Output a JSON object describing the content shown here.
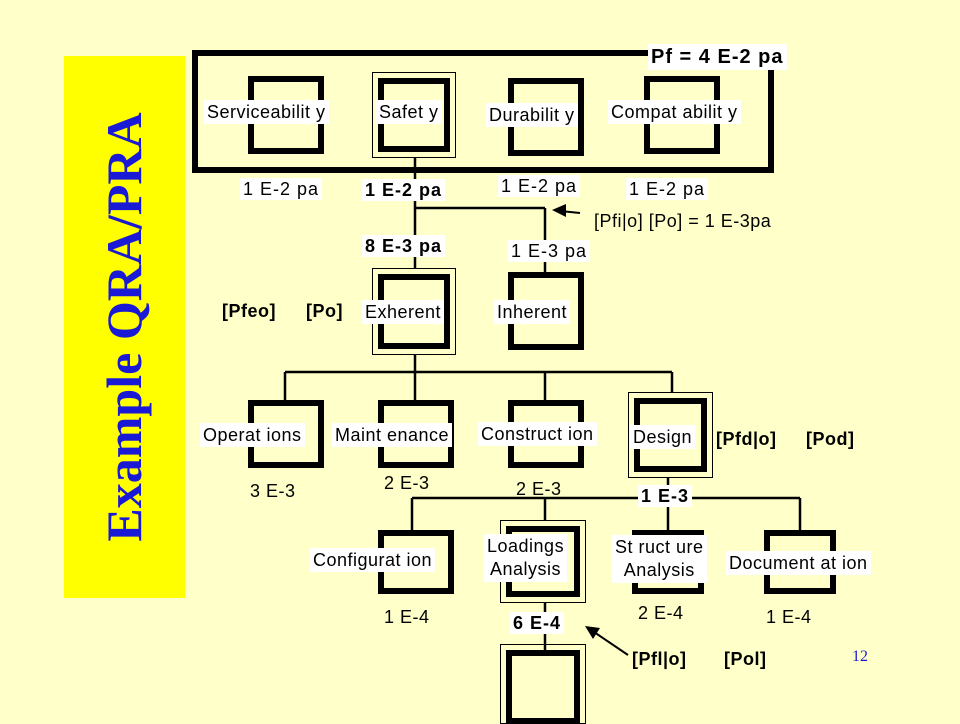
{
  "slide": {
    "title": "Example QRA/PRA",
    "page_number": "12"
  },
  "diagram": {
    "top_value": "Pf  =  4  E-2  pa",
    "level1": {
      "serviceability": {
        "label": "Serviceabilit y",
        "value": "1  E-2  pa"
      },
      "safety": {
        "label": "Safet y",
        "value": "1  E-2  pa"
      },
      "durability": {
        "label": "Durabilit y",
        "value": "1  E-2  pa"
      },
      "compatability": {
        "label": "Compat abilit y",
        "value": "1  E-2  pa"
      }
    },
    "conditional_note": "[Pfi|o]  [Po]  =  1  E-3pa",
    "level2": {
      "exherent": {
        "label": "Exherent",
        "value": "8  E-3  pa",
        "note1": "[Pfeo]",
        "note2": "[Po]"
      },
      "inherent": {
        "label": "Inherent",
        "value": "1  E-3  pa"
      }
    },
    "level3": {
      "operations": {
        "label": "Operat ions",
        "value": "3  E-3"
      },
      "maintenance": {
        "label": "Maint enance",
        "value": "2  E-3"
      },
      "construction": {
        "label": "Construct ion",
        "value": "2  E-3"
      },
      "design": {
        "label": "Design",
        "value": "1  E-3",
        "note1": "[Pfd|o]",
        "note2": "[Pod]"
      }
    },
    "level4": {
      "configuration": {
        "label": "Configurat ion",
        "value": "1  E-4"
      },
      "loadings": {
        "line1": "Loadings",
        "line2": "Analysis",
        "value": "6  E-4",
        "note1": "[Pfl|o]",
        "note2": "[Pol]"
      },
      "structure": {
        "line1": "St ruct ure",
        "line2": "Analysis",
        "value": "2  E-4"
      },
      "documentation": {
        "label": "Document at ion",
        "value": "1  E-4"
      }
    }
  }
}
